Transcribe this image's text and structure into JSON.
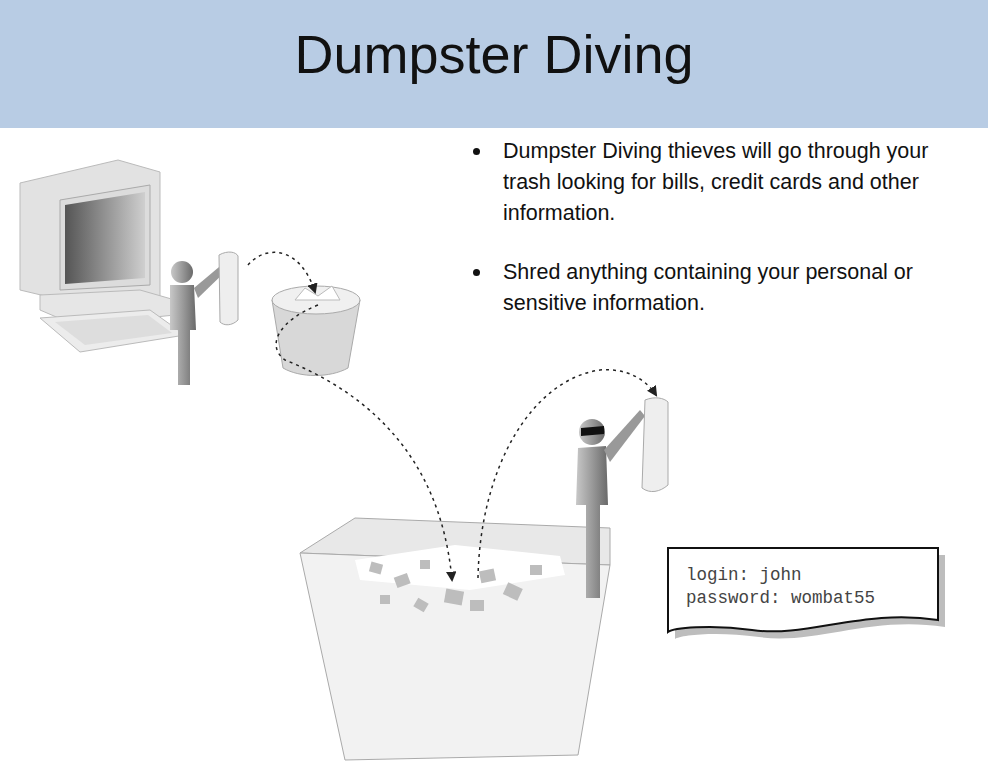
{
  "diagram": {
    "title": "Dumpster Diving",
    "nodes": [
      {
        "text": [
          "login: john password: wombat55"
        ]
      }
    ],
    "labels": [
      "Dumpster Diving thieves will go through your trash looking for bills, credit cards and other information.",
      "Shred anything containing your personal or sensitive information."
    ]
  }
}
